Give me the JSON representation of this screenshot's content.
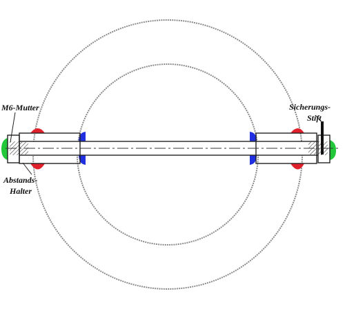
{
  "labels": {
    "m6_nut": "M6-Mutter",
    "spacer_line1": "Abstands-",
    "spacer_line2": "Halter",
    "pin_line1": "Sicherungs-",
    "pin_line2": "Stift"
  },
  "colors": {
    "background": "#ffffff",
    "line": "#222222",
    "ring": "#8a8a8a",
    "red_weld": "#e0202a",
    "blue_weld": "#2030e0",
    "green_cap": "#22c83a"
  }
}
